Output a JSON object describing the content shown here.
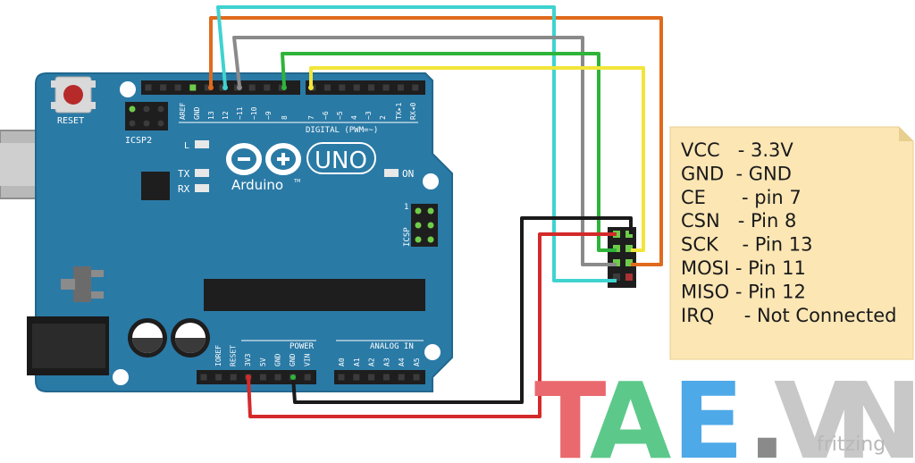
{
  "board": {
    "reset_label": "RESET",
    "icsp2_label": "ICSP2",
    "icsp_label": "ICSP",
    "icsp_pin1": "1",
    "digital_header_labels": [
      "AREF",
      "GND",
      "13",
      "12",
      "~11",
      "~10",
      "~9",
      "8",
      "7",
      "~6",
      "~5",
      "4",
      "~3",
      "2",
      "TX▸1",
      "RX◂0"
    ],
    "digital_caption": "DIGITAL (PWM=~)",
    "led_l": "L",
    "led_tx": "TX",
    "led_rx": "RX",
    "led_on": "ON",
    "logo_brand": "Arduino",
    "logo_tm": "TM",
    "logo_model": "UNO",
    "power_caption": "POWER",
    "power_labels": [
      "IOREF",
      "RESET",
      "3V3",
      "5V",
      "GND",
      "GND",
      "VIN"
    ],
    "analog_caption": "ANALOG IN",
    "analog_labels": [
      "A0",
      "A1",
      "A2",
      "A3",
      "A4",
      "A5"
    ]
  },
  "note": {
    "lines": [
      "VCC   - 3.3V",
      "GND  - GND",
      "CE      - pin 7",
      "CSN   - Pin 8",
      "SCK    - Pin 13",
      "MOSI - Pin 11",
      "MISO - Pin 12",
      "IRQ     - Not Connected"
    ]
  },
  "wires": [
    {
      "from": "13",
      "to": "SCK",
      "color": "#e06a1c"
    },
    {
      "from": "12",
      "to": "MISO",
      "color": "#3fd3d0"
    },
    {
      "from": "~11",
      "to": "MOSI",
      "color": "#8a8a8a"
    },
    {
      "from": "8",
      "to": "CSN",
      "color": "#2fb43a"
    },
    {
      "from": "7",
      "to": "CE",
      "color": "#f2e53a"
    },
    {
      "from": "3V3",
      "to": "VCC",
      "color": "#d42a2a"
    },
    {
      "from": "GND",
      "to": "GND",
      "color": "#1a1a1a"
    }
  ],
  "colors": {
    "board": "#2a7aa6",
    "board_edge": "#21678e",
    "note": "#fbe6b4",
    "note_edge": "#e8cf8f"
  },
  "watermark": {
    "letters": [
      {
        "ch": "T",
        "color": "#e9696e"
      },
      {
        "ch": "A",
        "color": "#5cc98a"
      },
      {
        "ch": "E",
        "color": "#4ea9e8"
      },
      {
        "ch": ".",
        "color": "#8a8a8a"
      },
      {
        "ch": "V",
        "color": "#c8c8c8"
      },
      {
        "ch": "N",
        "color": "#c8c8c8"
      }
    ],
    "fritzing": "fritzing"
  }
}
